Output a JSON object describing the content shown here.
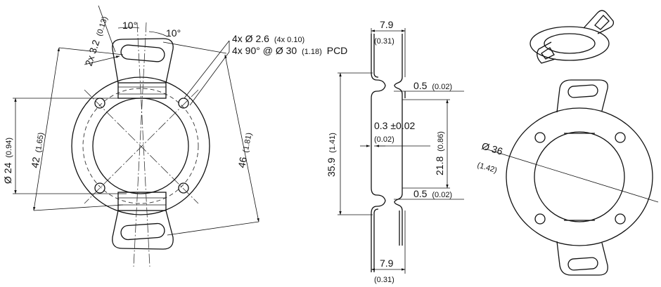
{
  "front_view": {
    "angle_left": "10°",
    "angle_right": "10°",
    "slot": {
      "main": "2x 3.2",
      "inch": "(0.13)"
    },
    "holes_line1": {
      "main": "4x Ø 2.6",
      "inch": "(4x 0.10)"
    },
    "holes_line2": {
      "main": "4x 90° @ Ø 30",
      "inch": "(1.18)",
      "suffix": "PCD"
    },
    "dim_24": {
      "main": "Ø 24",
      "inch": "(0.94)"
    },
    "dim_42": {
      "main": "42",
      "inch": "(1.65)"
    },
    "dim_46": {
      "main": "46",
      "inch": "(1.81)"
    }
  },
  "side_view": {
    "top_width": {
      "main": "7.9",
      "inch": "(0.31)"
    },
    "bottom_width": {
      "main": "7.9",
      "inch": "(0.31)"
    },
    "gap_top": {
      "main": "0.5",
      "inch": "(0.02)"
    },
    "gap_bottom": {
      "main": "0.5",
      "inch": "(0.02)"
    },
    "thickness": {
      "main": "0.3 ±0.02",
      "inch": "(0.02)"
    },
    "height_total": {
      "main": "35.9",
      "inch": "(1.41)"
    },
    "height_inner": {
      "main": "21.8",
      "inch": "(0.86)"
    }
  },
  "right_view": {
    "diameter": {
      "main": "Ø 36",
      "inch": "(1.42)"
    }
  }
}
